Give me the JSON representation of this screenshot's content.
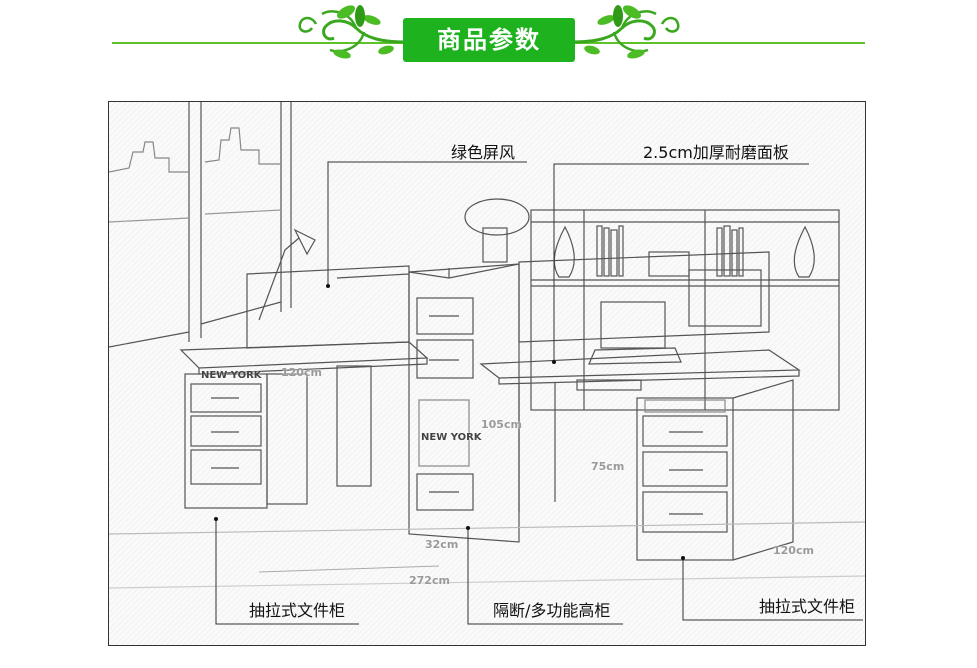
{
  "header": {
    "title": "商品参数",
    "accent_color": "#1fb21f",
    "line_color": "#5fc12a"
  },
  "callouts": {
    "screen": "绿色屏风",
    "desktop": "2.5cm加厚耐磨面板",
    "cabinet_left": "抽拉式文件柜",
    "tall_cabinet": "隔断/多功能高柜",
    "cabinet_right": "抽拉式文件柜"
  },
  "dimensions": {
    "desk_left_width": "120cm",
    "tall_cabinet_height": "105cm",
    "desk_height": "75cm",
    "tall_cabinet_width": "32cm",
    "total_length": "272cm",
    "desk_right_width": "120cm"
  },
  "book_text": {
    "book_left": "NEW YORK",
    "book_cabinet": "NEW YORK"
  }
}
